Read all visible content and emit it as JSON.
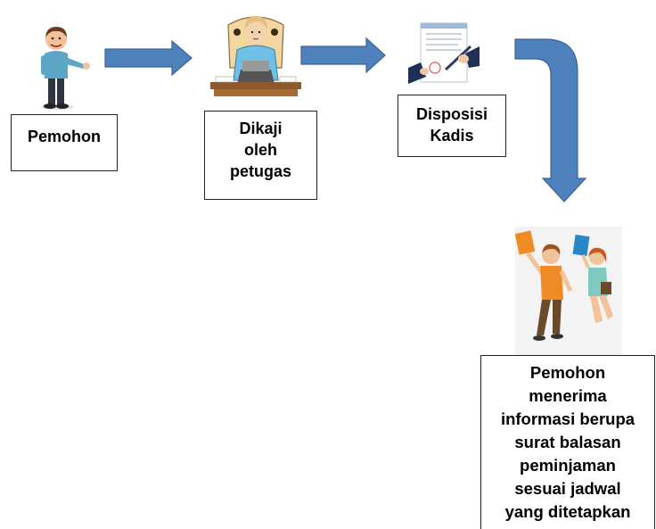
{
  "steps": [
    {
      "id": "pemohon",
      "label": "Pemohon",
      "icon": "man-pointing-icon"
    },
    {
      "id": "dikaji",
      "label": "Dikaji\noleh\npetugas",
      "icon": "clerk-at-desk-icon"
    },
    {
      "id": "disposisi",
      "label": "Disposisi\nKadis",
      "icon": "signing-document-icon"
    },
    {
      "id": "menerima",
      "label": "Pemohon\nmenerima\ninformasi berupa\nsurat balasan\npeminjaman\nsesuai jadwal\nyang ditetapkan",
      "icon": "happy-students-icon"
    }
  ],
  "colors": {
    "arrow_fill": "#4f81bd",
    "arrow_stroke": "#3a6496",
    "box_border": "#222222"
  }
}
